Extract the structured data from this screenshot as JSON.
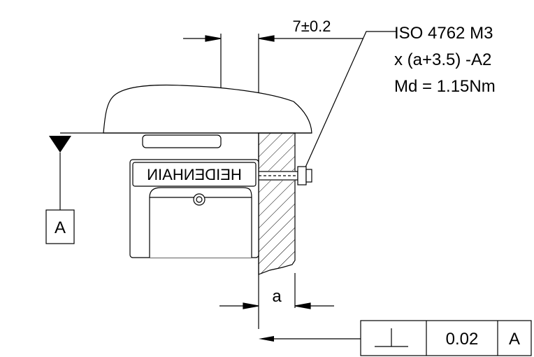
{
  "dimensions": {
    "offset": "7±0.2",
    "gap": "a"
  },
  "note": {
    "line1": "ISO 4762 M3",
    "line2": "x (a+3.5) -A2",
    "line3": "Md = 1.15Nm"
  },
  "datum": {
    "label": "A"
  },
  "fcf": {
    "symbol": "perpendicularity",
    "tolerance": "0.02",
    "datum": "A"
  },
  "head": {
    "brand": "HEIDENHAIN"
  }
}
